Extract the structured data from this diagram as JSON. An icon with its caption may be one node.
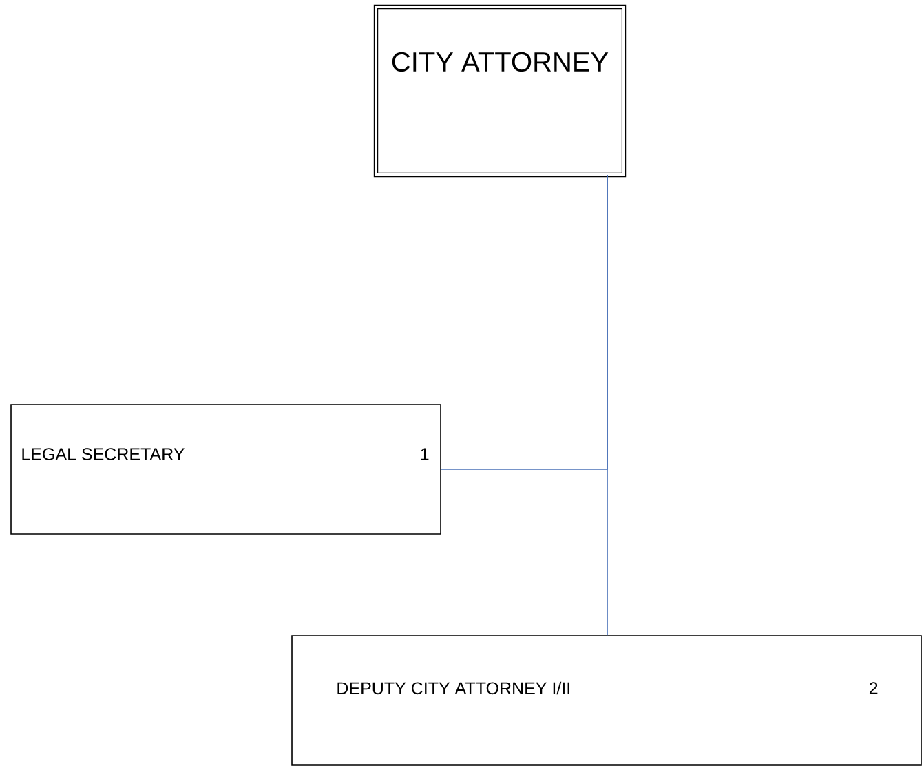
{
  "diagram": {
    "nodes": [
      {
        "text": [
          "CITY ATTORNEY"
        ]
      },
      {
        "text": [
          "LEGAL SECRETARY",
          "1"
        ]
      },
      {
        "text": [
          "DEPUTY CITY ATTORNEY I/II",
          "2"
        ]
      }
    ],
    "edges": [
      {
        "from": 0,
        "to": 1,
        "arrow": "none"
      },
      {
        "from": 0,
        "to": 2,
        "arrow": "none"
      }
    ]
  }
}
